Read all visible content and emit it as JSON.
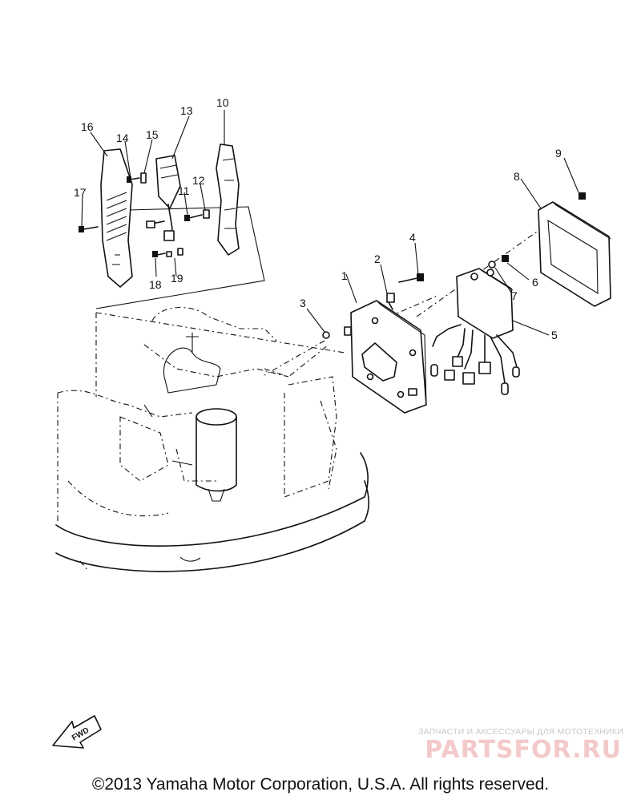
{
  "callouts": {
    "c1": "1",
    "c2": "2",
    "c3": "3",
    "c4": "4",
    "c5": "5",
    "c6": "6",
    "c7": "7",
    "c8": "8",
    "c9": "9",
    "c10": "10",
    "c11": "11",
    "c12": "12",
    "c13": "13",
    "c14": "14",
    "c15": "15",
    "c16": "16",
    "c17": "17",
    "c18": "18",
    "c19": "19"
  },
  "fwd_label": "FWD",
  "copyright": "©2013 Yamaha Motor Corporation, U.S.A. All rights reserved.",
  "watermark": {
    "tagline": "ЗАПЧАСТИ И АКСЕССУАРЫ ДЛЯ МОТОТЕХНИКИ",
    "brand": "PARTSFOR.RU"
  }
}
